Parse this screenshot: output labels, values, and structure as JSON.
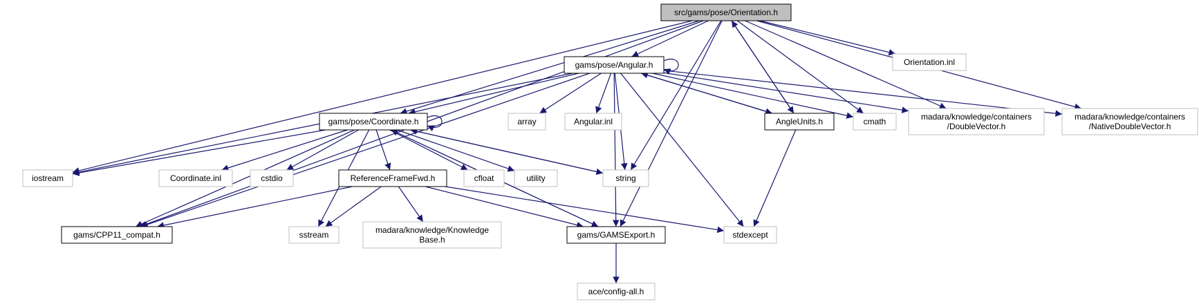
{
  "diagram": {
    "type": "include-dependency-graph",
    "colors": {
      "edge": "#191970",
      "root_fill": "#bfbfbf",
      "documented_border": "#000000",
      "external_border": "#bfbfbf",
      "background": "#ffffff"
    },
    "nodes": {
      "orientation_h": {
        "lines": [
          "src/gams/pose/Orientation.h"
        ],
        "kind": "root"
      },
      "orientation_inl": {
        "lines": [
          "Orientation.inl"
        ],
        "kind": "external"
      },
      "angular_h": {
        "lines": [
          "gams/pose/Angular.h"
        ],
        "kind": "documented"
      },
      "coordinate_h": {
        "lines": [
          "gams/pose/Coordinate.h"
        ],
        "kind": "documented"
      },
      "angleunits_h": {
        "lines": [
          "AngleUnits.h"
        ],
        "kind": "documented"
      },
      "cmath": {
        "lines": [
          "cmath"
        ],
        "kind": "external"
      },
      "doublevector_h": {
        "lines": [
          "madara/knowledge/containers",
          "/DoubleVector.h"
        ],
        "kind": "external"
      },
      "nativedoublevector_h": {
        "lines": [
          "madara/knowledge/containers",
          "/NativeDoubleVector.h"
        ],
        "kind": "external"
      },
      "array": {
        "lines": [
          "array"
        ],
        "kind": "external"
      },
      "angular_inl": {
        "lines": [
          "Angular.inl"
        ],
        "kind": "external"
      },
      "iostream": {
        "lines": [
          "iostream"
        ],
        "kind": "external"
      },
      "coordinate_inl": {
        "lines": [
          "Coordinate.inl"
        ],
        "kind": "external"
      },
      "cstdio": {
        "lines": [
          "cstdio"
        ],
        "kind": "external"
      },
      "referenceframefwd_h": {
        "lines": [
          "ReferenceFrameFwd.h"
        ],
        "kind": "documented"
      },
      "cfloat": {
        "lines": [
          "cfloat"
        ],
        "kind": "external"
      },
      "utility": {
        "lines": [
          "utility"
        ],
        "kind": "external"
      },
      "string": {
        "lines": [
          "string"
        ],
        "kind": "external"
      },
      "cpp11_compat_h": {
        "lines": [
          "gams/CPP11_compat.h"
        ],
        "kind": "documented"
      },
      "sstream": {
        "lines": [
          "sstream"
        ],
        "kind": "external"
      },
      "knowledgebase_h": {
        "lines": [
          "madara/knowledge/Knowledge",
          "Base.h"
        ],
        "kind": "external"
      },
      "gamsexport_h": {
        "lines": [
          "gams/GAMSExport.h"
        ],
        "kind": "documented"
      },
      "stdexcept": {
        "lines": [
          "stdexcept"
        ],
        "kind": "external"
      },
      "config_all_h": {
        "lines": [
          "ace/config-all.h"
        ],
        "kind": "external"
      }
    },
    "edges": [
      [
        "orientation_h",
        "orientation_inl"
      ],
      [
        "orientation_h",
        "angular_h"
      ],
      [
        "orientation_h",
        "coordinate_h"
      ],
      [
        "orientation_h",
        "iostream"
      ],
      [
        "orientation_h",
        "cpp11_compat_h"
      ],
      [
        "orientation_h",
        "string"
      ],
      [
        "orientation_h",
        "gamsexport_h"
      ],
      [
        "orientation_h",
        "angleunits_h"
      ],
      [
        "orientation_h",
        "cmath"
      ],
      [
        "orientation_h",
        "doublevector_h"
      ],
      [
        "orientation_h",
        "nativedoublevector_h"
      ],
      [
        "angular_h",
        "angular_h"
      ],
      [
        "angular_h",
        "coordinate_h"
      ],
      [
        "angular_h",
        "iostream"
      ],
      [
        "angular_h",
        "cpp11_compat_h"
      ],
      [
        "angular_h",
        "array"
      ],
      [
        "angular_h",
        "angular_inl"
      ],
      [
        "angular_h",
        "string"
      ],
      [
        "angular_h",
        "gamsexport_h"
      ],
      [
        "angular_h",
        "stdexcept"
      ],
      [
        "angular_h",
        "angleunits_h"
      ],
      [
        "angular_h",
        "cmath"
      ],
      [
        "angular_h",
        "doublevector_h"
      ],
      [
        "angular_h",
        "nativedoublevector_h"
      ],
      [
        "angleunits_h",
        "orientation_h"
      ],
      [
        "angleunits_h",
        "angular_h"
      ],
      [
        "angleunits_h",
        "stdexcept"
      ],
      [
        "coordinate_h",
        "coordinate_h"
      ],
      [
        "coordinate_h",
        "iostream"
      ],
      [
        "coordinate_h",
        "cpp11_compat_h"
      ],
      [
        "coordinate_h",
        "coordinate_inl"
      ],
      [
        "coordinate_h",
        "cstdio"
      ],
      [
        "coordinate_h",
        "referenceframefwd_h"
      ],
      [
        "coordinate_h",
        "cfloat"
      ],
      [
        "coordinate_h",
        "utility"
      ],
      [
        "coordinate_h",
        "string"
      ],
      [
        "coordinate_h",
        "sstream"
      ],
      [
        "coordinate_h",
        "gamsexport_h"
      ],
      [
        "string",
        "coordinate_h"
      ],
      [
        "gamsexport_h",
        "coordinate_h"
      ],
      [
        "referenceframefwd_h",
        "cpp11_compat_h"
      ],
      [
        "referenceframefwd_h",
        "sstream"
      ],
      [
        "referenceframefwd_h",
        "knowledgebase_h"
      ],
      [
        "referenceframefwd_h",
        "gamsexport_h"
      ],
      [
        "referenceframefwd_h",
        "stdexcept"
      ],
      [
        "gamsexport_h",
        "config_all_h"
      ]
    ]
  }
}
